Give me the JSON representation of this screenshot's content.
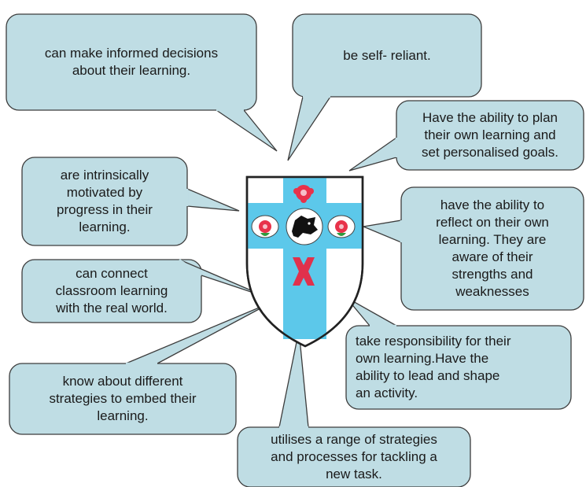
{
  "colors": {
    "bubble_fill": "#bfdde4",
    "bubble_stroke": "#3c3c3c",
    "shield_blue": "#5cc8ea",
    "shield_white": "#ffffff",
    "rose_red": "#e8324a",
    "cross_red": "#e0314c",
    "leaf_green": "#2f9a3e",
    "boar_black": "#111111"
  },
  "crest": {
    "icons": [
      "rose-icon",
      "boar-icon",
      "saltire-icon"
    ]
  },
  "bubbles": [
    {
      "id": "informed-decisions",
      "text": "can make informed decisions\nabout their learning."
    },
    {
      "id": "self-reliant",
      "text": "be self- reliant."
    },
    {
      "id": "plan-goals",
      "text": "Have the ability to plan\ntheir own learning and\nset personalised goals."
    },
    {
      "id": "intrinsically-motivated",
      "text": "are intrinsically\nmotivated by\nprogress in their\nlearning."
    },
    {
      "id": "reflect",
      "text": "have the ability to\nreflect on their own\nlearning. They are\naware of their\nstrengths and\nweaknesses"
    },
    {
      "id": "real-world",
      "text": "can connect\nclassroom learning\nwith the real world."
    },
    {
      "id": "responsibility",
      "text": "take responsibility for their\nown learning.Have the\nability to lead and shape\nan activity."
    },
    {
      "id": "strategies",
      "text": "know about different\nstrategies to embed their\nlearning."
    },
    {
      "id": "range-strategies",
      "text": "utilises a range of strategies\nand processes for tackling a\nnew task."
    }
  ]
}
